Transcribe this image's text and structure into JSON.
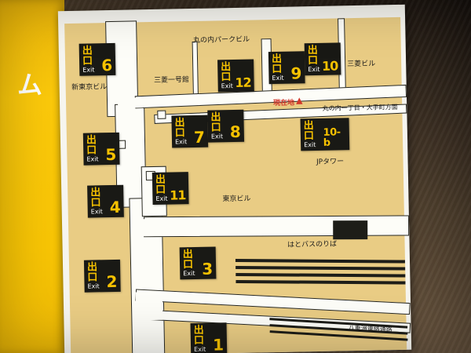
{
  "side": {
    "partial_char": "ム"
  },
  "map": {
    "exit_kanji": "出口",
    "exit_en": "Exit",
    "exits": {
      "e1": "1",
      "e2": "2",
      "e3": "3",
      "e4": "4",
      "e5": "5",
      "e6": "6",
      "e7": "7",
      "e8": "8",
      "e9": "9",
      "e10": "10",
      "e10b": "10-b",
      "e11": "11",
      "e12": "12"
    },
    "labels": {
      "marunouchi_park_bldg": "丸の内パークビル",
      "mitsubishi_bldg": "三菱ビル",
      "shin_tokyo_bldg": "新東京ビル",
      "mitsubishi_ichigokan": "三菱一号館",
      "current_location": "現在地",
      "current_location_triangle": "▲",
      "direction": "丸の内一丁目・大手町方面",
      "jp_tower": "JPタワー",
      "tokyo_bldg": "東京ビル",
      "hato_bus": "はとバスのりば",
      "yaesu_passage": "八重洲連絡通路"
    },
    "colors": {
      "sign_yellow": "#f8c505",
      "building_tan": "#e9cc84",
      "sign_black": "#191915",
      "marker_red": "#d2372b",
      "street_white": "#fdfdf8"
    }
  }
}
